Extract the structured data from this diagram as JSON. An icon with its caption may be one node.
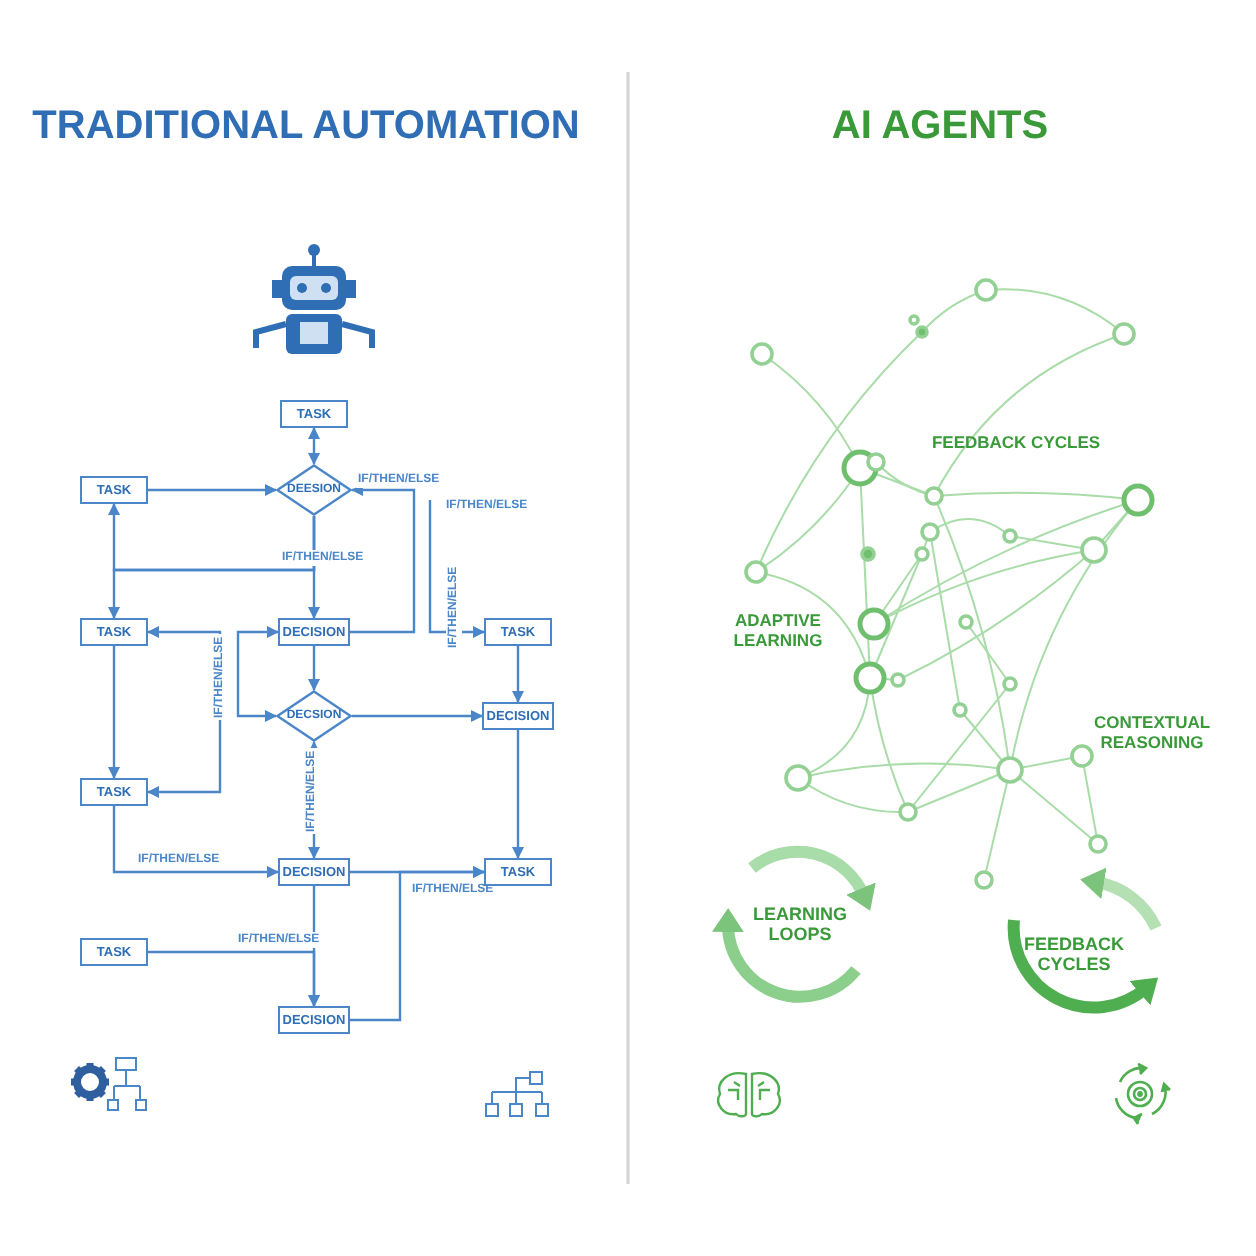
{
  "diagram": {
    "nodes": [
      {
        "text": [
          "TASK"
        ]
      },
      {
        "text": [
          "TASK"
        ]
      },
      {
        "text": [
          "DEESION"
        ]
      },
      {
        "text": [
          "TASK"
        ]
      },
      {
        "text": [
          "DECISION"
        ]
      },
      {
        "text": [
          "TASK"
        ]
      },
      {
        "text": [
          "DECSION"
        ]
      },
      {
        "text": [
          "DECISION"
        ]
      },
      {
        "text": [
          "TASK"
        ]
      },
      {
        "text": [
          "DECISION"
        ]
      },
      {
        "text": [
          "TASK"
        ]
      },
      {
        "text": [
          "TASK"
        ]
      },
      {
        "text": [
          "DECISION"
        ]
      }
    ],
    "edges": [
      {
        "from": 0,
        "to": 2,
        "arrow": "both"
      },
      {
        "from": 1,
        "to": 2,
        "arrow": "to"
      },
      {
        "from": 2,
        "to": 4,
        "arrow": "to",
        "label": "IF/THEN/ELSE"
      },
      {
        "from": 2,
        "to": 1,
        "arrow": "to"
      },
      {
        "from": 2,
        "to": 3,
        "arrow": "to"
      },
      {
        "from": 4,
        "to": 2,
        "arrow": "to",
        "label": "IF/THEN/ELSE"
      },
      {
        "from": null,
        "to": 5,
        "arrow": "to",
        "label": "IF/THEN/ELSE"
      },
      {
        "from": 5,
        "to": 7,
        "arrow": "to"
      },
      {
        "from": 4,
        "to": 6,
        "arrow": "to"
      },
      {
        "from": null,
        "to": 4,
        "arrow": "to"
      },
      {
        "from": null,
        "to": 6,
        "arrow": "to"
      },
      {
        "from": null,
        "to": 3,
        "arrow": "to",
        "label": "IF/THEN/ELSE"
      },
      {
        "from": null,
        "to": 8,
        "arrow": "to"
      },
      {
        "from": 3,
        "to": 8,
        "arrow": "to"
      },
      {
        "from": 6,
        "to": 7,
        "arrow": "to"
      },
      {
        "from": 6,
        "to": 9,
        "arrow": "both",
        "label": "IF/THEN/ELSE"
      },
      {
        "from": 8,
        "to": 9,
        "arrow": "to",
        "label": "IF/THEN/ELSE"
      },
      {
        "from": 7,
        "to": 10,
        "arrow": "to"
      },
      {
        "from": 9,
        "to": 10,
        "arrow": "to",
        "label": "IF/THEN/ELSE"
      },
      {
        "from": 9,
        "to": 12,
        "arrow": "to"
      },
      {
        "from": 11,
        "to": 12,
        "arrow": "to",
        "label": "IF/THEN/ELSE"
      },
      {
        "from": 12,
        "to": 10,
        "arrow": "to"
      }
    ],
    "labels": [
      "TRADITIONAL AUTOMATION",
      "AI AGENTS",
      "IF/THEN/ELSE",
      "FEEDBACK CYCLES",
      "ADAPTIVE LEARNING",
      "CONTEXTUAL REASONING",
      "LEARNING LOOPS",
      "FEEDBACK CYCLES"
    ]
  }
}
